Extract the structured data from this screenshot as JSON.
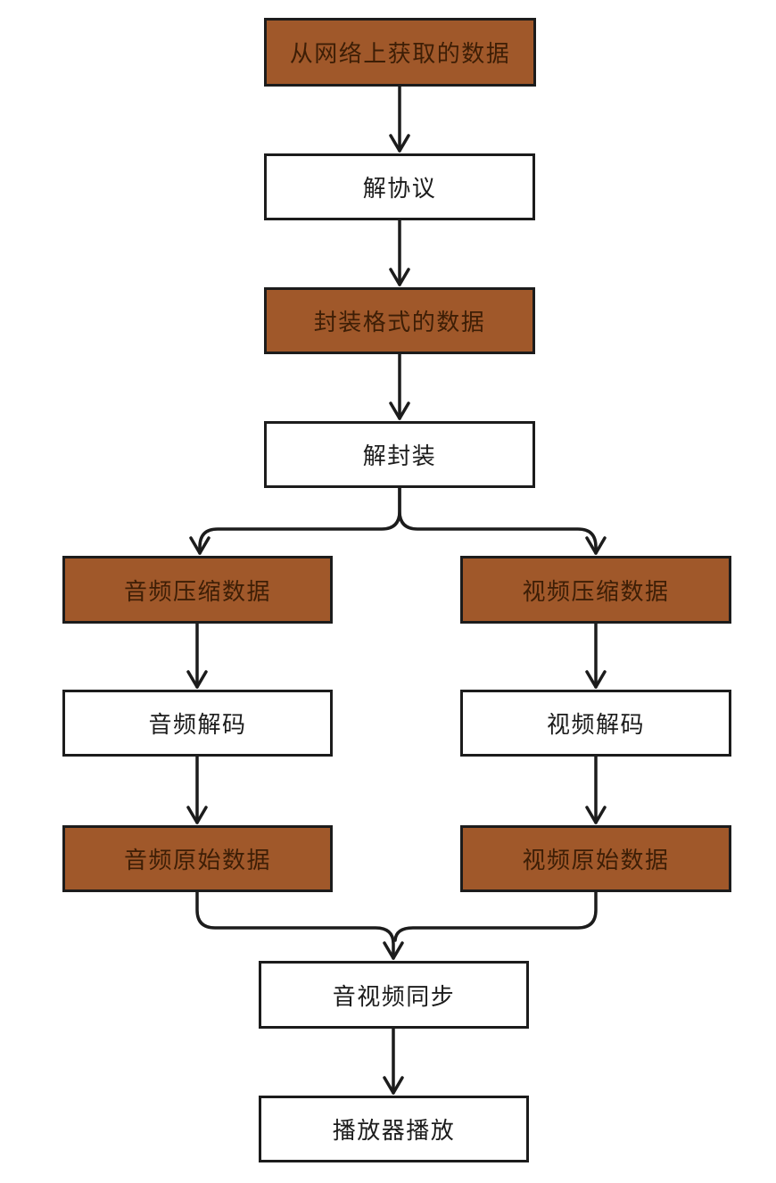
{
  "diagram": {
    "type": "flowchart",
    "language": "zh-CN",
    "colors": {
      "highlight_fill": "#a0582a",
      "highlight_text": "#3d1e06",
      "plain_fill": "#ffffff",
      "plain_text": "#1c1c1c",
      "border": "#1c1c1c",
      "arrow": "#1c1c1c",
      "background": "#ffffff"
    },
    "nodes": [
      {
        "id": "network-data",
        "label": "从网络上获取的数据",
        "style": "highlight"
      },
      {
        "id": "protocol-parse",
        "label": "解协议",
        "style": "plain"
      },
      {
        "id": "container-data",
        "label": "封装格式的数据",
        "style": "highlight"
      },
      {
        "id": "demux",
        "label": "解封装",
        "style": "plain"
      },
      {
        "id": "audio-compressed",
        "label": "音频压缩数据",
        "style": "highlight"
      },
      {
        "id": "video-compressed",
        "label": "视频压缩数据",
        "style": "highlight"
      },
      {
        "id": "audio-decode",
        "label": "音频解码",
        "style": "plain"
      },
      {
        "id": "video-decode",
        "label": "视频解码",
        "style": "plain"
      },
      {
        "id": "audio-raw",
        "label": "音频原始数据",
        "style": "highlight"
      },
      {
        "id": "video-raw",
        "label": "视频原始数据",
        "style": "highlight"
      },
      {
        "id": "av-sync",
        "label": "音视频同步",
        "style": "plain"
      },
      {
        "id": "player-play",
        "label": "播放器播放",
        "style": "plain"
      }
    ],
    "edges": [
      {
        "from": "network-data",
        "to": "protocol-parse"
      },
      {
        "from": "protocol-parse",
        "to": "container-data"
      },
      {
        "from": "container-data",
        "to": "demux"
      },
      {
        "from": "demux",
        "to": "audio-compressed"
      },
      {
        "from": "demux",
        "to": "video-compressed"
      },
      {
        "from": "audio-compressed",
        "to": "audio-decode"
      },
      {
        "from": "video-compressed",
        "to": "video-decode"
      },
      {
        "from": "audio-decode",
        "to": "audio-raw"
      },
      {
        "from": "video-decode",
        "to": "video-raw"
      },
      {
        "from": "audio-raw",
        "to": "av-sync"
      },
      {
        "from": "video-raw",
        "to": "av-sync"
      },
      {
        "from": "av-sync",
        "to": "player-play"
      }
    ]
  }
}
